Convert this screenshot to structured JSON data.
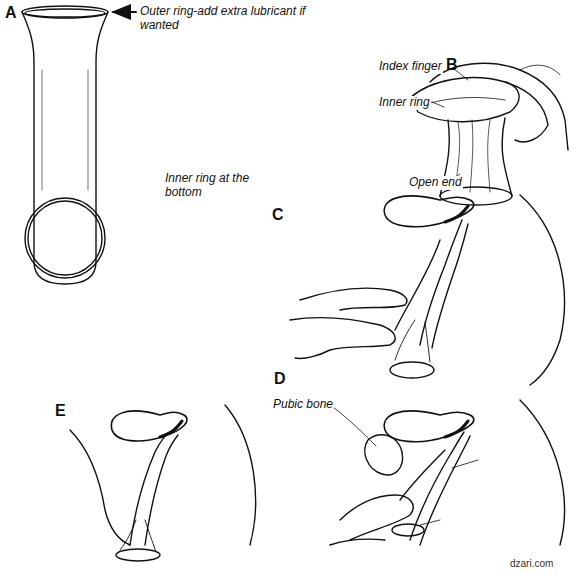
{
  "diagram": {
    "labels": [
      "A",
      "Outer ring-add extra lubricant if wanted",
      "Inner ring at the bottom",
      "B",
      "Index finger",
      "Inner ring",
      "Open end",
      "C",
      "D",
      "Pubic bone",
      "E",
      "dzari.com"
    ]
  }
}
